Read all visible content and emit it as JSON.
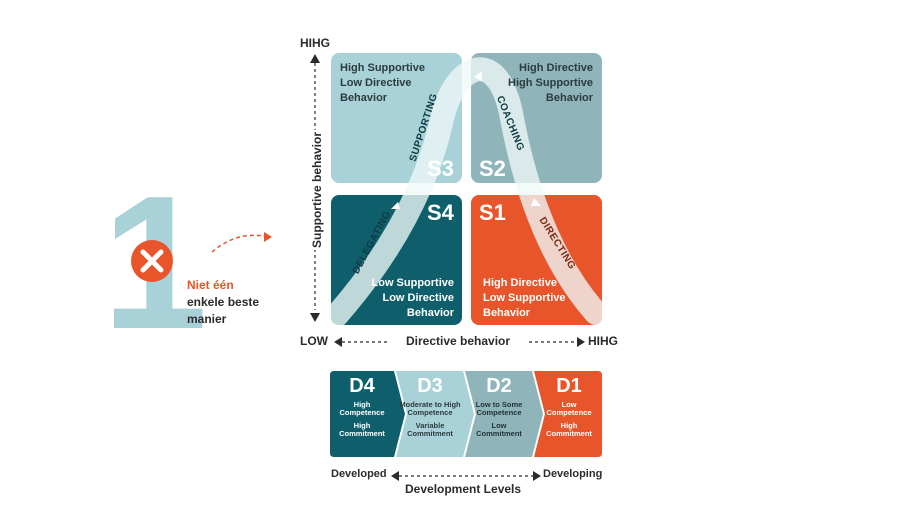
{
  "colors": {
    "teal_dark": "#0e5f6b",
    "teal_light": "#a9d2d8",
    "teal_mid": "#8fb5bb",
    "orange": "#e8552a",
    "big_one": "#a9d2d8",
    "text_dark": "#3a3a3a"
  },
  "left_panel": {
    "big_number": "1",
    "x_icon": "close-icon",
    "caption_line1": "Niet één",
    "caption_line2": "enkele beste",
    "caption_line3": "manier"
  },
  "axes": {
    "y_high": "HIHG",
    "y_label": "Supportive behavior",
    "x_low": "LOW",
    "x_label": "Directive behavior",
    "x_high": "HIHG"
  },
  "quadrants": {
    "s3": {
      "line1": "High Supportive",
      "line2": "Low Directive",
      "line3": "Behavior",
      "code": "S3",
      "curve_label": "SUPPORTING"
    },
    "s2": {
      "line1": "High Directive",
      "line2": "High Supportive",
      "line3": "Behavior",
      "code": "S2",
      "curve_label": "COACHING"
    },
    "s4": {
      "line1": "Low Supportive",
      "line2": "Low Directive",
      "line3": "Behavior",
      "code": "S4",
      "curve_label": "DELEGATING"
    },
    "s1": {
      "line1": "High Directive",
      "line2": "Low Supportive",
      "line3": "Behavior",
      "code": "S1",
      "curve_label": "DIRECTING"
    }
  },
  "development": {
    "d4": {
      "code": "D4",
      "line1": "High",
      "line2": "Competence",
      "line3": "High",
      "line4": "Commitment"
    },
    "d3": {
      "code": "D3",
      "line1": "Moderate to High",
      "line2": "Competence",
      "line3": "Variable",
      "line4": "Commitment"
    },
    "d2": {
      "code": "D2",
      "line1": "Low to Some",
      "line2": "Competence",
      "line3": "Low",
      "line4": "Commitment"
    },
    "d1": {
      "code": "D1",
      "line1": "Low",
      "line2": "Competence",
      "line3": "High",
      "line4": "Commitment"
    },
    "left_label": "Developed",
    "right_label": "Developing",
    "axis_title": "Development Levels"
  }
}
